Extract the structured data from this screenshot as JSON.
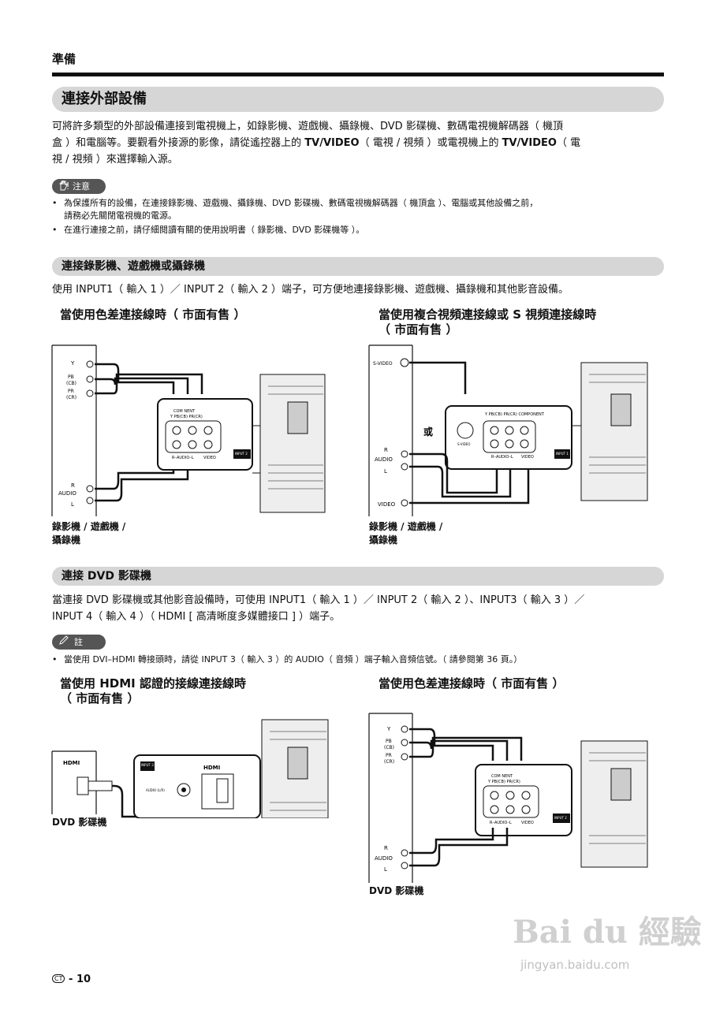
{
  "header": {
    "section": "準備"
  },
  "title": "連接外部設備",
  "intro": {
    "part1": "可將許多類型的外部設備連接到電視機上，如錄影機、遊戲機、攝錄機、DVD 影碟機、數碼電視機解碼器（ 機頂",
    "part2a": "盒 ）和電腦等。要觀看外接源的影像，請從遙控器上的 ",
    "bold1": "TV/VIDEO",
    "part2b": "（ 電視 / 視頻 ）或電視機上的 ",
    "bold2": "TV/VIDEO",
    "part2c": "（ 電",
    "part3": "視 / 視頻 ）來選擇輸入源。"
  },
  "caution": {
    "label": "注意",
    "items": [
      {
        "line1": "為保護所有的設備，在連接錄影機、遊戲機、攝錄機、DVD 影碟機、數碼電視機解碼器（ 機頂盒 ）、電腦或其他設備之前，",
        "line2": "請務必先關閉電視機的電源。"
      },
      {
        "line1": "在進行連接之前，請仔細閱讀有關的使用說明書（ 錄影機、DVD 影碟機等 ）。",
        "line2": ""
      }
    ]
  },
  "section_vcr": {
    "title": "連接錄影機、遊戲機或攝錄機",
    "desc": "使用 INPUT1（ 輸入 1 ）／ INPUT 2（ 輸入 2 ）端子，可方便地連接錄影機、遊戲機、攝錄機和其他影音設備。",
    "left_heading": "當使用色差連接線時（ 市面有售 ）",
    "right_heading_1": "當使用複合視頻連接線或 S 視頻連接線時",
    "right_heading_2": "（ 市面有售 ）",
    "left_caption_1": "錄影機 / 遊戲機 /",
    "left_caption_2": "攝錄機",
    "right_caption_1": "錄影機 / 遊戲機 /",
    "right_caption_2": "攝錄機",
    "or_label": "或"
  },
  "section_dvd": {
    "title": "連接 DVD 影碟機",
    "desc1": "當連接 DVD 影碟機或其他影音設備時，可使用 INPUT1（ 輸入 1 ）／ INPUT 2（ 輸入 2 ）、INPUT3（ 輸入 3 ）／",
    "desc2": "INPUT 4（ 輸入 4 ）（ HDMI [ 高清晰度多媒體接口 ] ）端子。",
    "note_label": "註",
    "note": "當使用 DVI–HDMI 轉接頭時，請從 INPUT 3（ 輸入 3 ）的 AUDIO（ 音頻 ）端子輸入音頻信號。（ 請參閱第 36 頁。）",
    "left_heading_1": "當使用 HDMI 認證的接線連接線時",
    "left_heading_2": "（ 市面有售 ）",
    "right_heading": "當使用色差連接線時（ 市面有售 ）",
    "left_caption": "DVD 影碟機",
    "right_caption": "DVD 影碟機"
  },
  "diagram_labels": {
    "y": "Y",
    "pb": "PB",
    "cb": "(CB)",
    "pr": "PR",
    "cr": "(CR)",
    "r": "R",
    "audio": "AUDIO",
    "l": "L",
    "video": "VIDEO",
    "svideo": "S-VIDEO",
    "component": "COMPONENT",
    "com_nent": "COM   NENT",
    "ypbpr": "Y   PB(CB)  PR(CR)",
    "raudiol": "R–AUDIO–L",
    "input1": "INPUT 1",
    "input2": "INPUT 2",
    "input3": "INPUT 3",
    "hdmi": "HDMI",
    "audio_lr": "AUDIO (L/R)",
    "comp_header": "Y    PB(CB)  PR(CR)   COMPONENT"
  },
  "footer": {
    "badge": "CT",
    "page": "10"
  },
  "watermark": {
    "logo": "Bai du 經驗",
    "url": "jingyan.baidu.com"
  }
}
